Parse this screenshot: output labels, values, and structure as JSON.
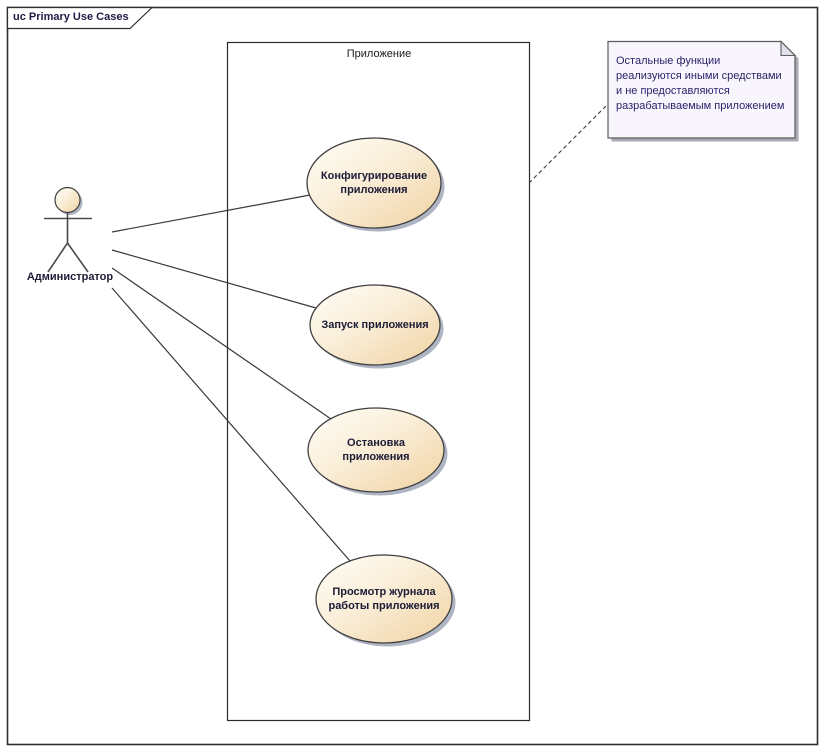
{
  "frame": {
    "title": "uc Primary Use Cases"
  },
  "system": {
    "label": "Приложение"
  },
  "actor": {
    "label": "Администратор"
  },
  "use_cases": [
    {
      "label": "Конфигурирование приложения"
    },
    {
      "label": "Запуск приложения"
    },
    {
      "label": "Остановка приложения"
    },
    {
      "label": "Просмотр журнала работы приложения"
    }
  ],
  "note": {
    "text": "Остальные функции реализуются иными средствами и не предоставляются разрабатываемым приложением"
  },
  "colors": {
    "ellipse_gradient_start": "#FFFEF8",
    "ellipse_gradient_end": "#F0D2A2",
    "shape_border": "#404040",
    "shadow": "#AEB4C2",
    "note_fill": "#F8F5FC",
    "note_fold": "#E2DEEC",
    "note_text": "#28246A",
    "diagram_text": "#1B1B36",
    "line": "#3A3A3A",
    "background": "#FFFFFF"
  }
}
